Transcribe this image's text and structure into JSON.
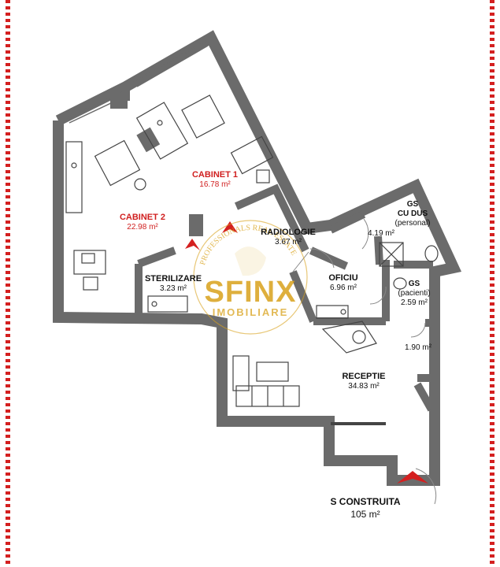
{
  "rooms": {
    "cabinet1": {
      "name": "CABINET 1",
      "area": "16.78 m²"
    },
    "cabinet2": {
      "name": "CABINET 2",
      "area": "22.98 m²"
    },
    "radiologie": {
      "name": "RADIOLOGIE",
      "area": "3.67 m²"
    },
    "sterilizare": {
      "name": "STERILIZARE",
      "area": "3.23 m²"
    },
    "oficiu": {
      "name": "OFICIU",
      "area": "6.96 m²"
    },
    "gs_dus": {
      "line1": "GS",
      "line2": "CU DUS",
      "line3": "(personal)",
      "area": "4.19 m²"
    },
    "gs_pacienti": {
      "line1": "GS",
      "line2": "(pacienti)",
      "area": "2.59 m²"
    },
    "hall": {
      "area": "1.90 m²"
    },
    "receptie": {
      "name": "RECEPTIE",
      "area": "34.83 m²"
    }
  },
  "total": {
    "label": "S CONSTRUITA",
    "area": "105 m²"
  },
  "watermark": {
    "brand": "SFINX",
    "sub": "IMOBILIARE",
    "arc": "PROFESSIONALS REAL ESTATE"
  },
  "colors": {
    "wall": "#6b6b6b",
    "label_red": "#d01f1f",
    "border_red": "#d42020",
    "watermark_gold": "#d9a21c"
  }
}
